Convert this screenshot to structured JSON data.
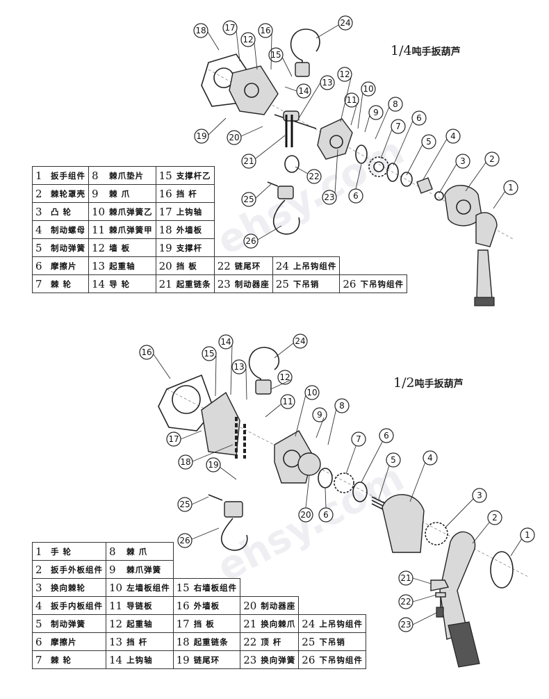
{
  "panel1": {
    "title_num": "1/4",
    "title_text": "吨手扳葫芦",
    "legend": [
      [
        [
          "1",
          "扳手组件"
        ],
        [
          "8",
          "棘爪垫片"
        ],
        [
          "15",
          "支撑杆乙"
        ]
      ],
      [
        [
          "2",
          "棘轮罩壳"
        ],
        [
          "9",
          "棘 爪"
        ],
        [
          "16",
          "挡 杆"
        ]
      ],
      [
        [
          "3",
          "凸 轮"
        ],
        [
          "10",
          "棘爪弹簧乙"
        ],
        [
          "17",
          "上钩轴"
        ]
      ],
      [
        [
          "4",
          "制动螺母"
        ],
        [
          "11",
          "棘爪弹簧甲"
        ],
        [
          "18",
          "外墙板"
        ]
      ],
      [
        [
          "5",
          "制动弹簧"
        ],
        [
          "12",
          "墙 板"
        ],
        [
          "19",
          "支撑杆"
        ]
      ],
      [
        [
          "6",
          "摩擦片"
        ],
        [
          "13",
          "起重轴"
        ],
        [
          "20",
          "挡 板"
        ],
        [
          "22",
          "链尾环"
        ],
        [
          "24",
          "上吊钩组件"
        ]
      ],
      [
        [
          "7",
          "棘 轮"
        ],
        [
          "14",
          "导 轮"
        ],
        [
          "21",
          "起重链条"
        ],
        [
          "23",
          "制动器座"
        ],
        [
          "25",
          "下吊销"
        ],
        [
          "26",
          "下吊钩组件"
        ]
      ]
    ]
  },
  "panel2": {
    "title_num": "1/2",
    "title_text": "吨手扳葫芦",
    "legend": [
      [
        [
          "1",
          "手 轮"
        ],
        [
          "8",
          "棘 爪"
        ]
      ],
      [
        [
          "2",
          "扳手外板组件"
        ],
        [
          "9",
          "棘爪弹簧"
        ]
      ],
      [
        [
          "3",
          "换向棘轮"
        ],
        [
          "10",
          "左墙板组件"
        ],
        [
          "15",
          "右墙板组件"
        ]
      ],
      [
        [
          "4",
          "扳手内板组件"
        ],
        [
          "11",
          "导链板"
        ],
        [
          "16",
          "外墙板"
        ],
        [
          "20",
          "制动器座"
        ]
      ],
      [
        [
          "5",
          "制动弹簧"
        ],
        [
          "12",
          "起重轴"
        ],
        [
          "17",
          "挡 板"
        ],
        [
          "21",
          "换向棘爪"
        ],
        [
          "24",
          "上吊钩组件"
        ]
      ],
      [
        [
          "6",
          "摩擦片"
        ],
        [
          "13",
          "挡 杆"
        ],
        [
          "18",
          "起重链条"
        ],
        [
          "22",
          "顶 杆"
        ],
        [
          "25",
          "下吊销"
        ]
      ],
      [
        [
          "7",
          "棘 轮"
        ],
        [
          "14",
          "上钩轴"
        ],
        [
          "19",
          "链尾环"
        ],
        [
          "23",
          "换向弹簧"
        ],
        [
          "26",
          "下吊钩组件"
        ]
      ]
    ]
  },
  "watermark": "ehsy.com"
}
